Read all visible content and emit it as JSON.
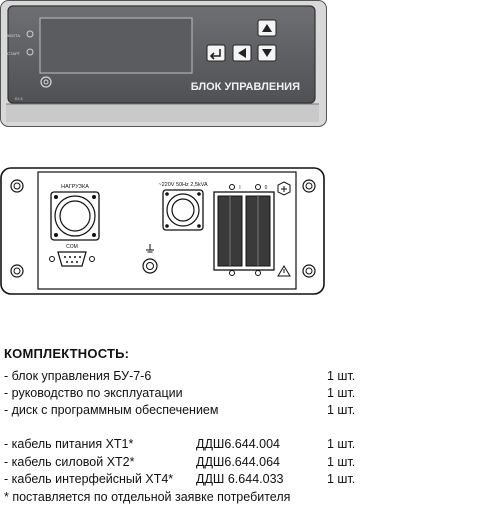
{
  "front_panel": {
    "title": "БЛОК УПРАВЛЕНИЯ",
    "led_labels": [
      "РАБОТА",
      "СТАРТ"
    ],
    "corner_label": "БУ-6"
  },
  "rear_panel": {
    "load_label": "НАГРУЗКА",
    "power_label": "~220V 50Hz 2,5kVA",
    "com_label": "COM",
    "switch_labels": [
      "I",
      "0"
    ]
  },
  "doc": {
    "heading": "КОМПЛЕКТНОСТЬ:",
    "items": [
      {
        "name": "- блок управления  БУ-7-6",
        "code": "",
        "qty": "1 шт."
      },
      {
        "name": "- руководство по эксплуатации",
        "code": "",
        "qty": "1 шт."
      },
      {
        "name": "- диск с программным обеспечением",
        "code": "",
        "qty": "1 шт."
      },
      {
        "name": "- кабель питания ХТ1*",
        "code": "ДДШ6.644.004",
        "qty": "1 шт."
      },
      {
        "name": "- кабель силовой ХТ2*",
        "code": "ДДШ6.644.064",
        "qty": "1 шт."
      },
      {
        "name": "- кабель интерфейсный ХТ4*",
        "code": "ДДШ 6.644.033",
        "qty": "1 шт."
      }
    ],
    "footnote": "* поставляется по отдельной заявке потребителя"
  }
}
